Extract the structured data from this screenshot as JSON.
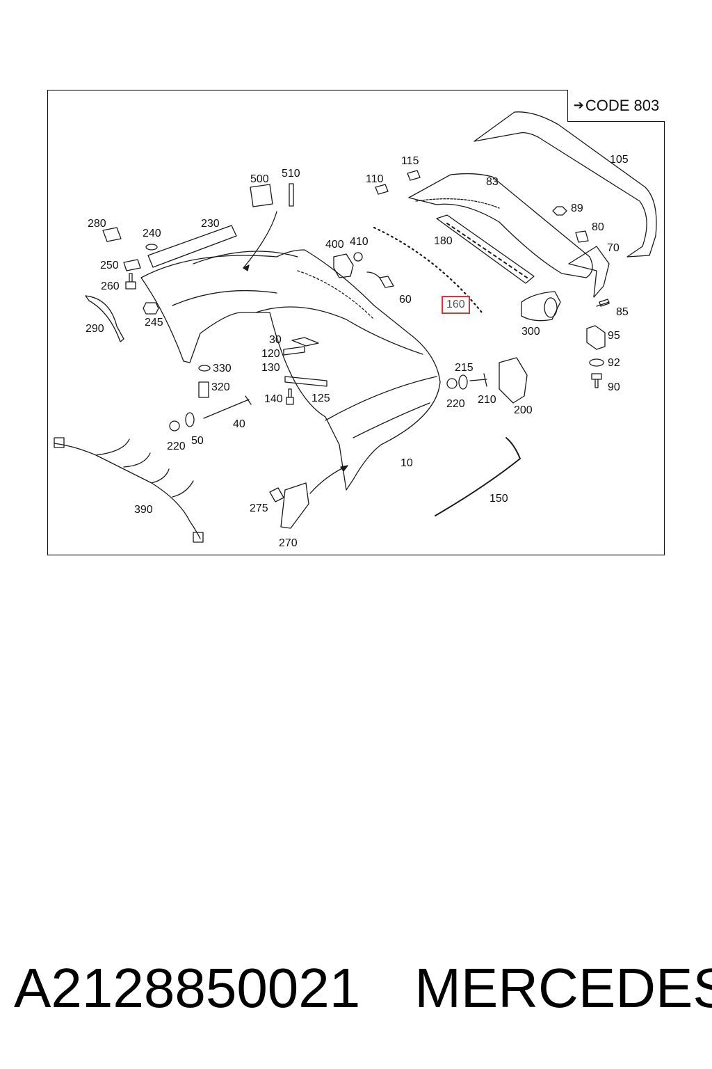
{
  "diagram": {
    "code_label": "CODE 803",
    "code_arrow": "➔",
    "highlighted_part": "160",
    "callouts": [
      {
        "id": "105",
        "text": "105",
        "hl": false
      },
      {
        "id": "83",
        "text": "83",
        "hl": false
      },
      {
        "id": "115",
        "text": "115",
        "hl": false
      },
      {
        "id": "110",
        "text": "110",
        "hl": false
      },
      {
        "id": "500",
        "text": "500",
        "hl": false
      },
      {
        "id": "510",
        "text": "510",
        "hl": false
      },
      {
        "id": "89",
        "text": "89",
        "hl": false
      },
      {
        "id": "80",
        "text": "80",
        "hl": false
      },
      {
        "id": "70",
        "text": "70",
        "hl": false
      },
      {
        "id": "280",
        "text": "280",
        "hl": false
      },
      {
        "id": "230",
        "text": "230",
        "hl": false
      },
      {
        "id": "240",
        "text": "240",
        "hl": false
      },
      {
        "id": "400",
        "text": "400",
        "hl": false
      },
      {
        "id": "410",
        "text": "410",
        "hl": false
      },
      {
        "id": "180",
        "text": "180",
        "hl": false
      },
      {
        "id": "250",
        "text": "250",
        "hl": false
      },
      {
        "id": "260",
        "text": "260",
        "hl": false
      },
      {
        "id": "60",
        "text": "60",
        "hl": false
      },
      {
        "id": "160",
        "text": "160",
        "hl": true
      },
      {
        "id": "85",
        "text": "85",
        "hl": false
      },
      {
        "id": "290",
        "text": "290",
        "hl": false
      },
      {
        "id": "245",
        "text": "245",
        "hl": false
      },
      {
        "id": "300",
        "text": "300",
        "hl": false
      },
      {
        "id": "95",
        "text": "95",
        "hl": false
      },
      {
        "id": "30",
        "text": "30",
        "hl": false
      },
      {
        "id": "120",
        "text": "120",
        "hl": false
      },
      {
        "id": "330",
        "text": "330",
        "hl": false
      },
      {
        "id": "130",
        "text": "130",
        "hl": false
      },
      {
        "id": "215",
        "text": "215",
        "hl": false
      },
      {
        "id": "92",
        "text": "92",
        "hl": false
      },
      {
        "id": "320",
        "text": "320",
        "hl": false
      },
      {
        "id": "90",
        "text": "90",
        "hl": false
      },
      {
        "id": "140",
        "text": "140",
        "hl": false
      },
      {
        "id": "125",
        "text": "125",
        "hl": false
      },
      {
        "id": "220a",
        "text": "220",
        "hl": false
      },
      {
        "id": "210",
        "text": "210",
        "hl": false
      },
      {
        "id": "200",
        "text": "200",
        "hl": false
      },
      {
        "id": "40",
        "text": "40",
        "hl": false
      },
      {
        "id": "50",
        "text": "50",
        "hl": false
      },
      {
        "id": "220b",
        "text": "220",
        "hl": false
      },
      {
        "id": "10",
        "text": "10",
        "hl": false
      },
      {
        "id": "150",
        "text": "150",
        "hl": false
      },
      {
        "id": "390",
        "text": "390",
        "hl": false
      },
      {
        "id": "275",
        "text": "275",
        "hl": false
      },
      {
        "id": "270",
        "text": "270",
        "hl": false
      }
    ]
  },
  "footer": {
    "part_number": "A2128850021",
    "brand": "MERCEDES"
  }
}
